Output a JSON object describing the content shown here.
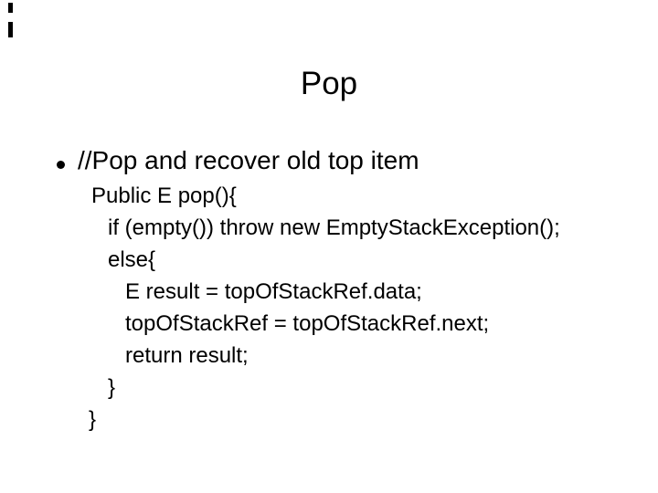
{
  "slide": {
    "title": "Pop",
    "bullet": {
      "marker": "•",
      "text": "//Pop and recover old top item"
    },
    "code_lines": [
      "Public E pop(){",
      "if (empty()) throw new EmptyStackException();",
      "else{",
      "E result = topOfStackRef.data;",
      "topOfStackRef = topOfStackRef.next;",
      "return result;",
      "}",
      "}"
    ],
    "colors": {
      "background": "#ffffff",
      "text": "#000000"
    }
  }
}
